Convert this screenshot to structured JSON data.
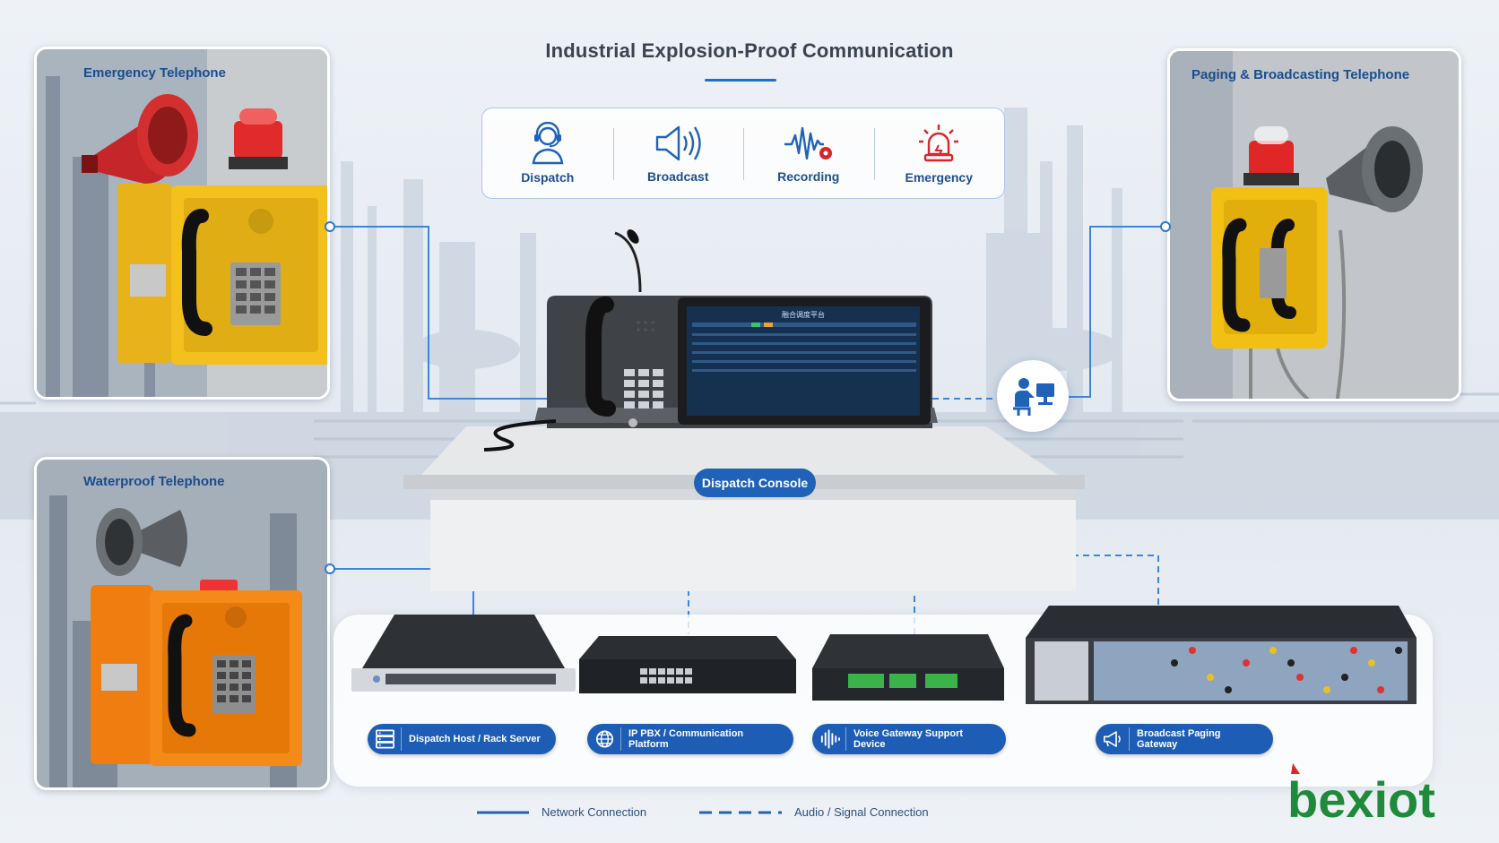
{
  "title": "Industrial Explosion-Proof Communication",
  "functions": [
    {
      "label": "Dispatch",
      "icon": "headset-operator-icon"
    },
    {
      "label": "Broadcast",
      "icon": "speaker-icon"
    },
    {
      "label": "Recording",
      "icon": "waveform-record-icon"
    },
    {
      "label": "Emergency",
      "icon": "alarm-light-icon"
    }
  ],
  "panels": {
    "emergency": "Emergency Telephone",
    "waterproof": "Waterproof Telephone",
    "paging": "Paging & Broadcasting Telephone"
  },
  "console": {
    "label": "Dispatch Console",
    "screen_title": "融合调度平台"
  },
  "devices": [
    {
      "label": "Dispatch Host / Rack Server",
      "icon": "server-icon"
    },
    {
      "label": "IP PBX / Communication Platform",
      "icon": "globe-network-icon"
    },
    {
      "label": "Voice Gateway Support Device",
      "icon": "audio-wave-icon"
    },
    {
      "label": "Broadcast Paging Gateway",
      "icon": "megaphone-icon"
    }
  ],
  "legend": {
    "network": "Network Connection",
    "audio": "Audio / Signal Connection"
  },
  "logo": "bexiot",
  "colors": {
    "accent": "#1f62b8",
    "line": "#3b86da",
    "logo_green": "#1e8a3a",
    "logo_red": "#d42a2a"
  }
}
